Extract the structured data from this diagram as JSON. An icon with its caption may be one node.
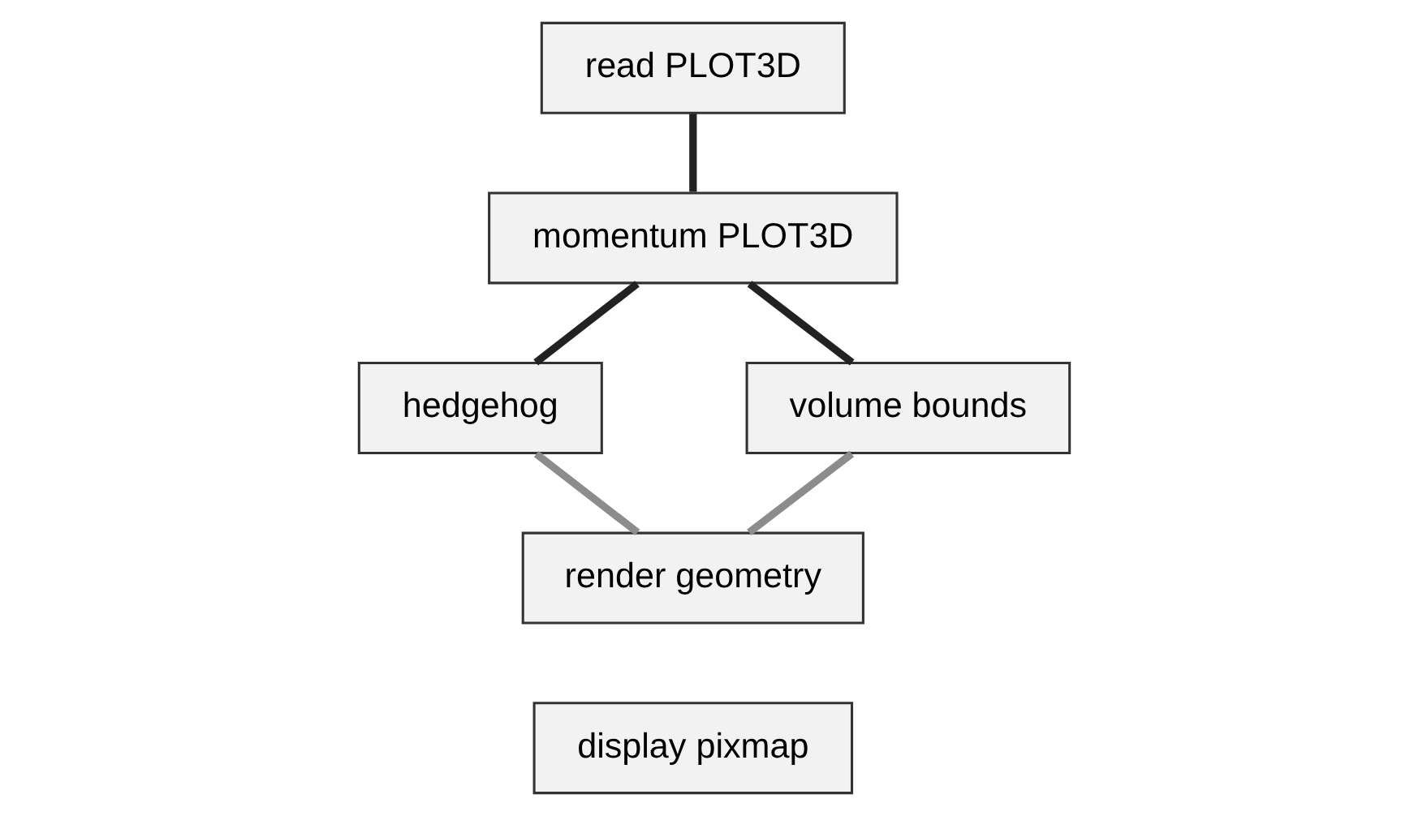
{
  "diagram": {
    "nodes": [
      {
        "text": [
          "read PLOT3D"
        ]
      },
      {
        "text": [
          "momentum PLOT3D"
        ]
      },
      {
        "text": [
          "hedgehog"
        ]
      },
      {
        "text": [
          "volume bounds"
        ]
      },
      {
        "text": [
          "render geometry"
        ]
      },
      {
        "text": [
          "display pixmap"
        ]
      }
    ],
    "edges": [
      {
        "from": 0,
        "to": 1,
        "arrow": "none"
      },
      {
        "from": 1,
        "to": 2,
        "arrow": "none"
      },
      {
        "from": 1,
        "to": 3,
        "arrow": "none"
      },
      {
        "from": 2,
        "to": 4,
        "arrow": "none",
        "color": "#8c8c8c"
      },
      {
        "from": 3,
        "to": 4,
        "arrow": "none",
        "color": "#8c8c8c"
      }
    ]
  }
}
